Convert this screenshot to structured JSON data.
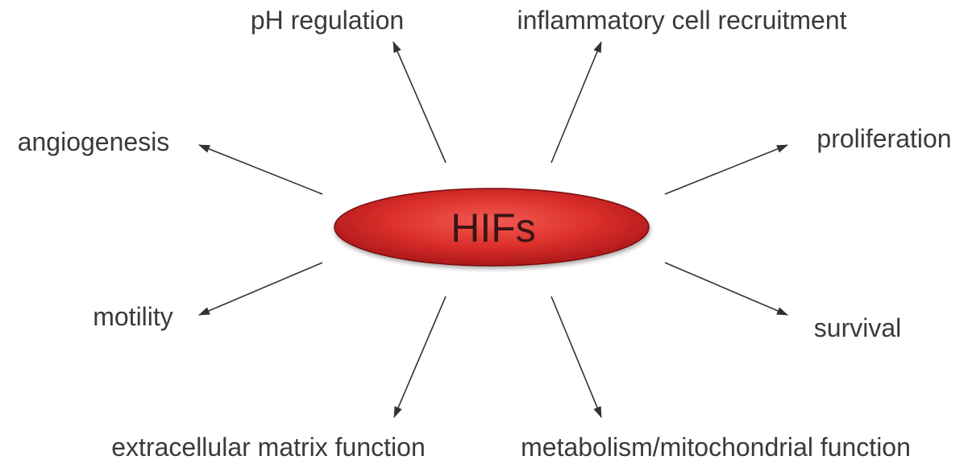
{
  "center": {
    "label": "HIFs",
    "fill_color": "#d42a2a"
  },
  "outcomes": {
    "ph_regulation": "pH regulation",
    "inflammatory_cell_recruitment": "inflammatory cell recruitment",
    "angiogenesis": "angiogenesis",
    "proliferation": "proliferation",
    "motility": "motility",
    "survival": "survival",
    "extracellular_matrix_function": "extracellular matrix function",
    "metabolism_mitochondrial_function": "metabolism/mitochondrial function"
  },
  "colors": {
    "text": "#3a3a3a",
    "arrow": "#333333",
    "ellipse_fill": "#d42a2a",
    "background": "#ffffff"
  }
}
